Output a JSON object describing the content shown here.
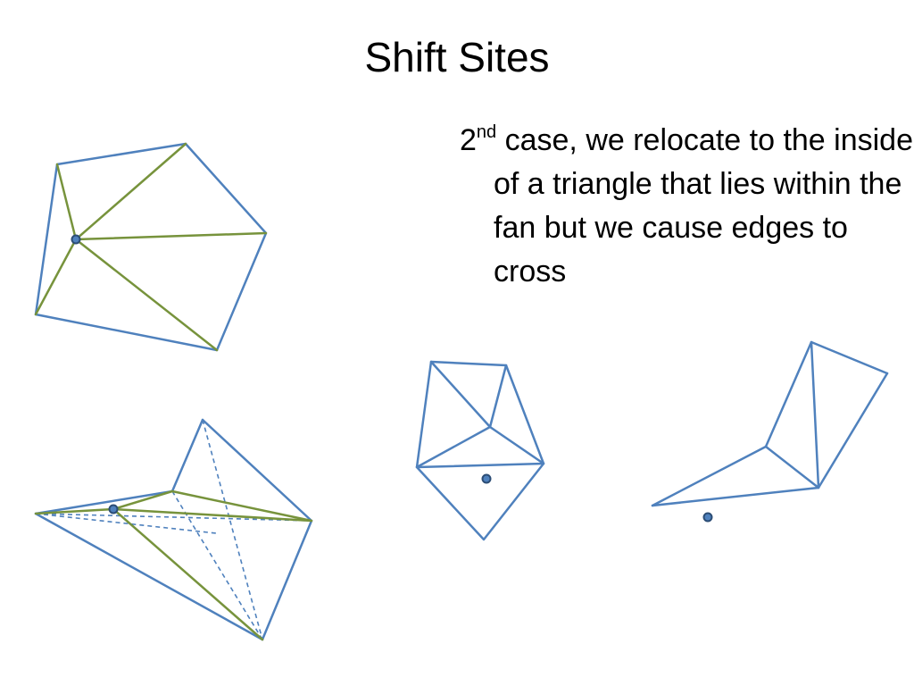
{
  "slide": {
    "title": "Shift Sites",
    "bullet": {
      "number": "2",
      "superscript": "nd",
      "text": " case, we relocate to the inside of a triangle that lies within the fan but we cause edges to cross"
    }
  },
  "colors": {
    "triangulation_edge": "#4f81bd",
    "fan_edge": "#77933c",
    "site_point": "#4f81bd"
  }
}
